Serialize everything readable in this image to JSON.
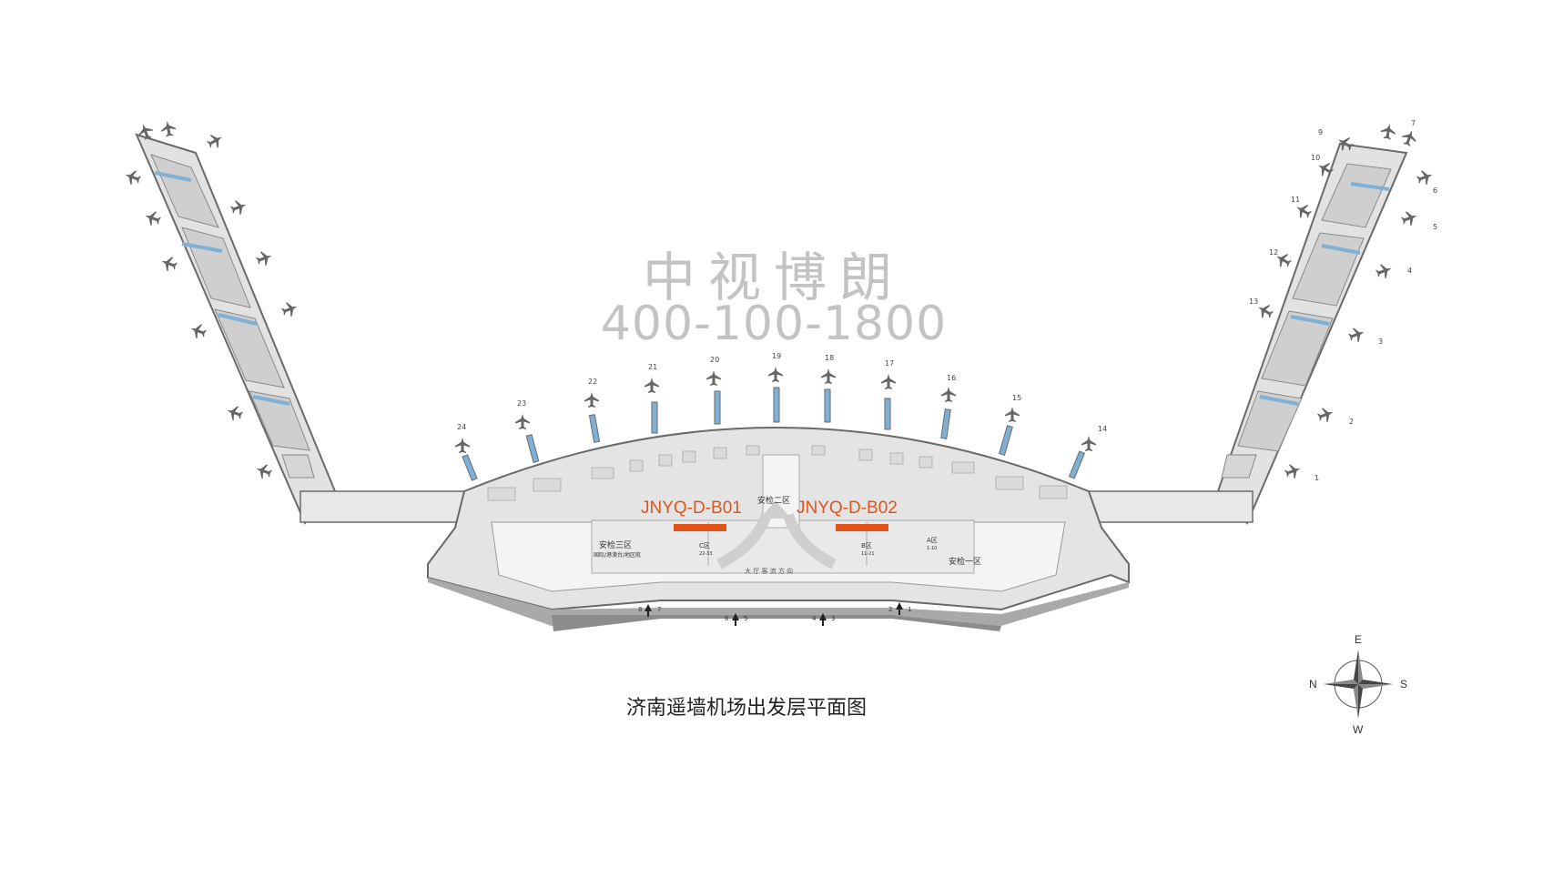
{
  "watermark": {
    "brand": "中视博朗",
    "phone": "400-100-1800"
  },
  "map": {
    "title": "济南遥墙机场出发层平面图",
    "ad_spots": [
      {
        "code": "JNYQ-D-B01"
      },
      {
        "code": "JNYQ-D-B02"
      }
    ],
    "security_zones": [
      {
        "name": "安检一区",
        "sub": ""
      },
      {
        "name": "安检二区",
        "sub": ""
      },
      {
        "name": "安检三区",
        "sub": "国际/港澳台/地区航"
      }
    ],
    "checkin_zones": [
      {
        "name": "A区",
        "range": "1-10"
      },
      {
        "name": "B区",
        "range": "11-21"
      },
      {
        "name": "C区",
        "range": "22-33"
      }
    ],
    "flow_label": "大 厅 客 流 方 向",
    "gates_center": [
      "24",
      "23",
      "22",
      "21",
      "20",
      "19",
      "18",
      "17",
      "16",
      "15",
      "14"
    ],
    "gates_right": [
      "9",
      "10",
      "11",
      "12",
      "13",
      "7",
      "6",
      "5",
      "4",
      "3",
      "2",
      "1"
    ],
    "entrances": [
      "8",
      "7",
      "6",
      "5",
      "4",
      "3",
      "2",
      "1"
    ]
  },
  "compass": {
    "n": "N",
    "s": "S",
    "e": "E",
    "w": "W"
  },
  "colors": {
    "accent": "#e0541c",
    "building": "#e6e6e6",
    "building_dark": "#c9c9c9",
    "jetway": "#7fb0d6",
    "outline": "#6a6a6a"
  }
}
